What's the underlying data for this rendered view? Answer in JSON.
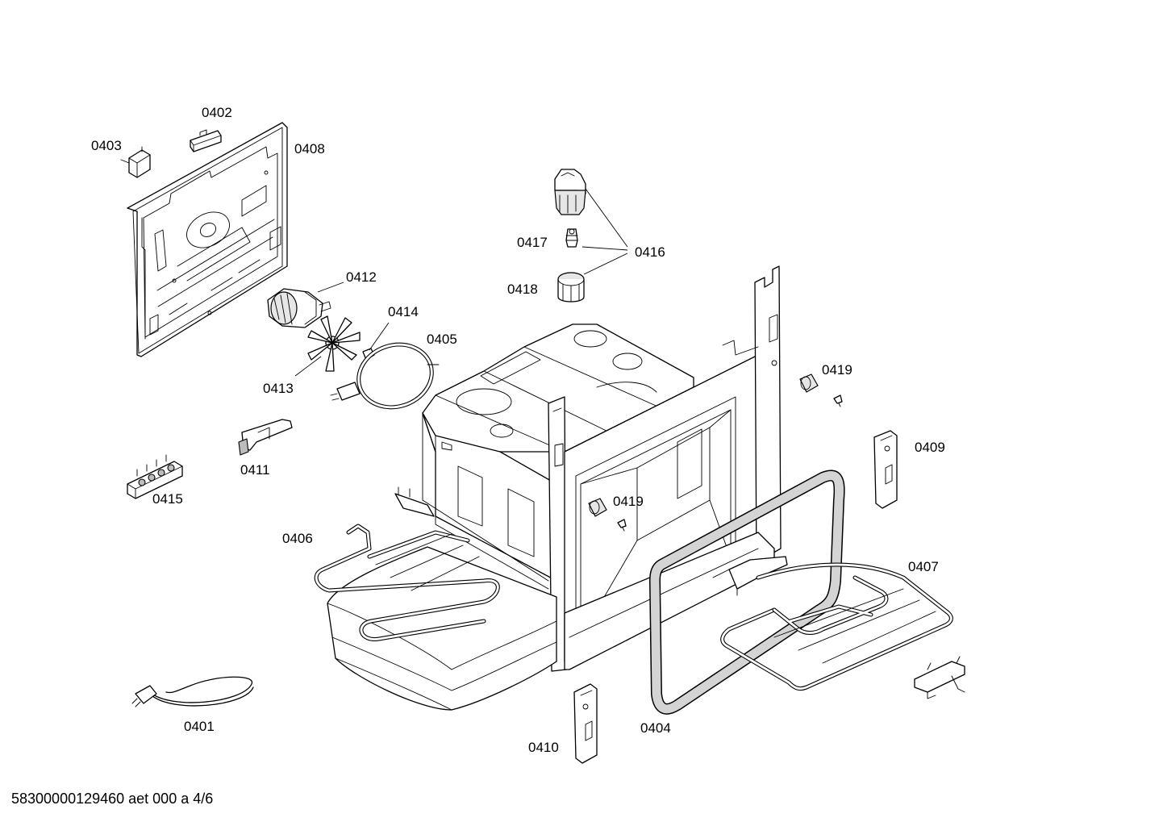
{
  "labels": {
    "p0401": "0401",
    "p0402": "0402",
    "p0403": "0403",
    "p0404": "0404",
    "p0405": "0405",
    "p0406": "0406",
    "p0407": "0407",
    "p0408": "0408",
    "p0409": "0409",
    "p0410": "0410",
    "p0411": "0411",
    "p0412": "0412",
    "p0413": "0413",
    "p0414": "0414",
    "p0415": "0415",
    "p0416": "0416",
    "p0417": "0417",
    "p0418": "0418",
    "p0419a": "0419",
    "p0419b": "0419"
  },
  "footer": "58300000129460 aet 000 a 4/6"
}
